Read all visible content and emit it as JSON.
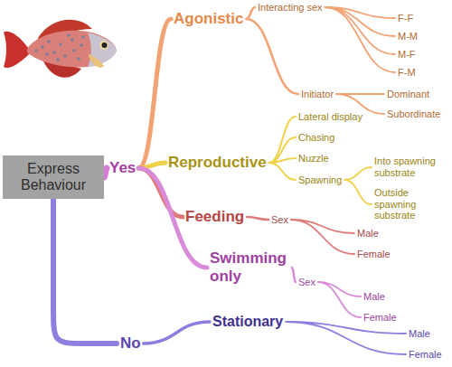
{
  "diagram": {
    "nodes": [
      {
        "text": [
          "Express Behaviour"
        ]
      },
      {
        "text": [
          "Yes"
        ]
      },
      {
        "text": [
          "Agonistic"
        ]
      },
      {
        "text": [
          "Interacting sex"
        ]
      },
      {
        "text": [
          "F-F"
        ]
      },
      {
        "text": [
          "M-M"
        ]
      },
      {
        "text": [
          "M-F"
        ]
      },
      {
        "text": [
          "F-M"
        ]
      },
      {
        "text": [
          "Initiator"
        ]
      },
      {
        "text": [
          "Dominant"
        ]
      },
      {
        "text": [
          "Subordinate"
        ]
      },
      {
        "text": [
          "Reproductive"
        ]
      },
      {
        "text": [
          "Lateral display"
        ]
      },
      {
        "text": [
          "Chasing"
        ]
      },
      {
        "text": [
          "Nuzzle"
        ]
      },
      {
        "text": [
          "Spawning"
        ]
      },
      {
        "text": [
          "Into spawning substrate"
        ]
      },
      {
        "text": [
          "Outside spawning substrate"
        ]
      },
      {
        "text": [
          "Feeding"
        ]
      },
      {
        "text": [
          "Sex"
        ]
      },
      {
        "text": [
          "Male"
        ]
      },
      {
        "text": [
          "Female"
        ]
      },
      {
        "text": [
          "Swimming only"
        ]
      },
      {
        "text": [
          "Sex"
        ]
      },
      {
        "text": [
          "Male"
        ]
      },
      {
        "text": [
          "Female"
        ]
      },
      {
        "text": [
          "No"
        ]
      },
      {
        "text": [
          "Stationary"
        ]
      },
      {
        "text": [
          "Male"
        ]
      },
      {
        "text": [
          "Female"
        ]
      }
    ],
    "edges": [
      {
        "from": 0,
        "to": 1,
        "arrow": "none"
      },
      {
        "from": 1,
        "to": 2,
        "arrow": "none"
      },
      {
        "from": 2,
        "to": 3,
        "arrow": "none"
      },
      {
        "from": 3,
        "to": 4,
        "arrow": "none"
      },
      {
        "from": 3,
        "to": 5,
        "arrow": "none"
      },
      {
        "from": 3,
        "to": 6,
        "arrow": "none"
      },
      {
        "from": 3,
        "to": 7,
        "arrow": "none"
      },
      {
        "from": 2,
        "to": 8,
        "arrow": "none"
      },
      {
        "from": 8,
        "to": 9,
        "arrow": "none"
      },
      {
        "from": 8,
        "to": 10,
        "arrow": "none"
      },
      {
        "from": 1,
        "to": 11,
        "arrow": "none"
      },
      {
        "from": 11,
        "to": 12,
        "arrow": "none"
      },
      {
        "from": 11,
        "to": 13,
        "arrow": "none"
      },
      {
        "from": 11,
        "to": 14,
        "arrow": "none"
      },
      {
        "from": 11,
        "to": 15,
        "arrow": "none"
      },
      {
        "from": 15,
        "to": 16,
        "arrow": "none"
      },
      {
        "from": 15,
        "to": 17,
        "arrow": "none"
      },
      {
        "from": 1,
        "to": 18,
        "arrow": "none"
      },
      {
        "from": 18,
        "to": 19,
        "arrow": "none"
      },
      {
        "from": 19,
        "to": 20,
        "arrow": "none"
      },
      {
        "from": 19,
        "to": 21,
        "arrow": "none"
      },
      {
        "from": 1,
        "to": 22,
        "arrow": "none"
      },
      {
        "from": 22,
        "to": 23,
        "arrow": "none"
      },
      {
        "from": 23,
        "to": 24,
        "arrow": "none"
      },
      {
        "from": 23,
        "to": 25,
        "arrow": "none"
      },
      {
        "from": 0,
        "to": 26,
        "arrow": "none"
      },
      {
        "from": 26,
        "to": 27,
        "arrow": "none"
      },
      {
        "from": 27,
        "to": 28,
        "arrow": "none"
      },
      {
        "from": 27,
        "to": 29,
        "arrow": "none"
      }
    ]
  }
}
